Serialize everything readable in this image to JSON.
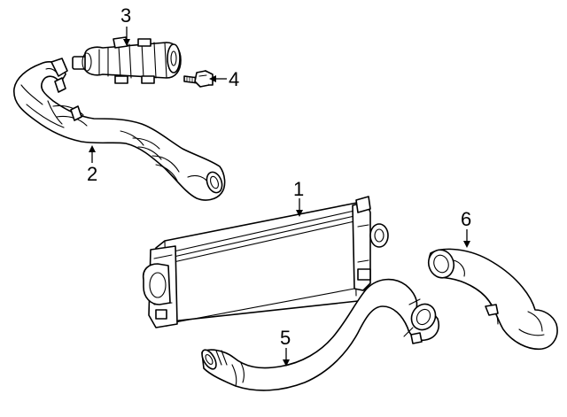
{
  "callouts": [
    {
      "label": "1",
      "part": "intercooler"
    },
    {
      "label": "2",
      "part": "upper-inlet-duct"
    },
    {
      "label": "3",
      "part": "resonator"
    },
    {
      "label": "4",
      "part": "bolt"
    },
    {
      "label": "5",
      "part": "lower-outlet-hose"
    },
    {
      "label": "6",
      "part": "outlet-hose"
    }
  ]
}
